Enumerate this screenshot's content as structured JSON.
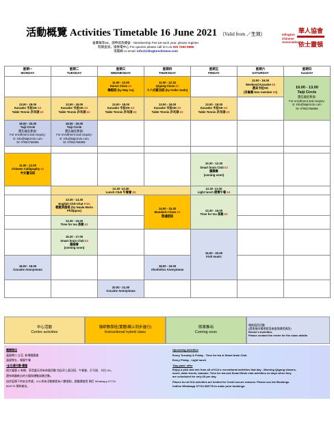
{
  "header": {
    "title": "活動概覽 Activities Timetable 16 June 2021",
    "valid": "（Valid from ／生效）",
    "line1": "會費每年£8，請申請及續會：Membership Fee £8 each year, please register.",
    "line2_a": "有關查詢，請致電中心 For queries please call ICA on ",
    "line2_phone": "020 7263 5986",
    "line3_a": "或電郵 or email: ",
    "line3_email": "info@islingtonchinese.com"
  },
  "logo": {
    "name": "Islington Chinese Association",
    "seal_chars": [
      "華",
      "人",
      "協",
      "會",
      "依",
      "士",
      "靈",
      "頓"
    ]
  },
  "days": [
    {
      "zh": "星期一",
      "en": "MONDAY"
    },
    {
      "zh": "星期二",
      "en": "TUESDAY"
    },
    {
      "zh": "星期三",
      "en": "WEDNESDAY"
    },
    {
      "zh": "星期四",
      "en": "THURSDAY"
    },
    {
      "zh": "星期五",
      "en": "FRIDAY"
    },
    {
      "zh": "星期六",
      "en": "SATURDAY"
    },
    {
      "zh": "星期日",
      "en": "SunDAY"
    }
  ],
  "cells": {
    "wed_dance": {
      "time": "11.00 - 12.00",
      "name": "Dance Class ",
      "price": "£1",
      "zh": "舞蹈班 (by May Au)"
    },
    "thu_qigong": {
      "time": "11.00 - 12.15",
      "name": "Qigong Class ",
      "price": "£1",
      "zh": "十八式氣功班 (by Keiko Sudo)"
    },
    "sat_karaoke": {
      "time": "13.00 - 16.00",
      "name": "Weekend Karaoke ",
      "price": "£5",
      "zh": "週末卡拉OK",
      "note": "(非會員 Non member ",
      "note_price": "£6",
      "note_end": ")"
    },
    "sun_taiji": {
      "time": "10.00 - 13.00",
      "name": "Taiji Circle",
      "l1": "需先報名參與:",
      "l2": "For enrollment and enquiry:",
      "l3": "E: info@taijicircle.com",
      "l4": "M: 07951766866"
    },
    "karaoke": [
      {
        "time": "13.00 - 18.00",
        "l1": "Karaoke 卡拉OK ",
        "p1": "£3",
        "l2": "Table Tennis 乒乓球 ",
        "p2": "£3"
      },
      {
        "time": "13.00 - 18.00",
        "l1": "Karaoke 卡拉OK ",
        "p1": "£3",
        "l2": "Table Tennis 乒乓球 ",
        "p2": "£3"
      },
      {
        "time": "13.00 - 18.00",
        "l1": "Karaoke 卡拉OK ",
        "p1": "£3",
        "l2": "Table Tennis 乒乓球 ",
        "p2": "£3"
      },
      {
        "time": "13.00 - 18.00",
        "l1": "Karaoke 卡拉OK ",
        "p1": "£3",
        "l2": "Table Tennis 乒乓球 ",
        "p2": "£3"
      },
      {
        "time": "13.00 - 18.00",
        "l1": "Karaoke 卡拉OK ",
        "p1": "£3",
        "l2": "Table Tennis 乒乓球 ",
        "p2": "£3"
      }
    ],
    "taiji_eve": [
      {
        "time": "18.00 - 20.00",
        "name": "Taiji Circle",
        "l1": "需先報名參與:",
        "l2": "For enrollment and enquiry:",
        "l3": "E: info@taijicircle.com",
        "l4": "M: 07951766866"
      },
      {
        "time": "18.00 - 20.00",
        "name": "Taiji Circle",
        "l1": "需先報名參與:",
        "l2": "For enrollment and enquiry:",
        "l3": "E: info@taijicircle.com",
        "l4": "M: 07951766866"
      }
    ],
    "mon_calligraphy": {
      "time": "11.00 - 12.00",
      "name": "Chinese Calligraphy ",
      "price": "£1",
      "zh": "中文書法班"
    },
    "fri_brain": {
      "time": "10.30 - 12.30",
      "name": "Smart brain Club ",
      "price": "£3",
      "zh": "腦腦會",
      "note": "(coming soon)"
    },
    "wed_lunch": {
      "time": "12.30 -13.30",
      "name": "Lunch Club 午餐會 ",
      "price": "£5"
    },
    "fri_lunch": {
      "time": "12.30 -13.30",
      "name": "Light lunch 開胃午餐 ",
      "price": "£4"
    },
    "tue_chitchat": {
      "time": "13.30 - 14.30",
      "name": "English Chit-Chat ",
      "free": "Free",
      "zh": "輕鬆英語班 (by Nuala Maria Philippou)"
    },
    "tue_tea": {
      "time": "13.30 - 15.00",
      "name": "Time for tea 茶聚 ",
      "price": "£2"
    },
    "thu_mandarin": {
      "time": "14.00 - 15.30",
      "name": "Mandarin Class ",
      "price": "£2",
      "zh": "普通話班"
    },
    "fri_tea": {
      "time": "13.30 - 15.00",
      "name": "Time for tea 茶聚 ",
      "price": "£2"
    },
    "tue_brain": {
      "time": "15.30 - 17.00",
      "name": "Smart brain Club ",
      "price": "£3",
      "zh": "腦腦會",
      "note": "(coming soon)"
    },
    "mon_cocaine": {
      "time": "18.00 - 19.00",
      "name": "Cocaine Anonymous"
    },
    "thu_alcoholics": {
      "time": "18.00 - 19.00",
      "name": "Alcoholics Anonymous"
    },
    "fri_irish": {
      "time": "16.00 - 20.00",
      "name": "Irish music"
    },
    "wed_cocaine": {
      "time": "20.00 - 21.00",
      "name": "Cocaine Anonymous"
    }
  },
  "legend": {
    "centre_zh": "中心活動",
    "centre_en": "Centre activities",
    "hybrid_zh": "導師教學班(實體/網上同步進行)",
    "hybrid_en": "Instructional hybrid class",
    "soon_zh": "即將推出",
    "soon_en": "Coming soon",
    "renter_zh": "場地租用活動",
    "renter_zh2": "(請直接向場地租用者查詢課程資訊)",
    "renter_en": "Renter's Activities",
    "renter_en2": "Please contact the renter for the class details"
  },
  "notes": {
    "left_title": "開開推出",
    "left_l1": "逢星期二,五至, 新增腦腦會",
    "left_l2": "逢星期五，餐飯午餐",
    "left_l3": "*全日通行證*優惠",
    "left_l4": "個大優惠 & 來總，享用當天所有休閒活動 包括早上氣功班、午餐會、乒乓球、卡拉 OK，",
    "left_l5": "還有興趣推出的大腦和運動試驗活動。",
    "left_l6": "由於疫情下的安全考慮，ICA 所有活動都設有人數限制，請最讀使用 預訂 Whatsapp 07724",
    "left_l7": "828778 預約報名。",
    "right_title": "Upcoming activities",
    "right_l1": "Every Tuesday & Friday - Time for tea & Smart brain Club",
    "right_l2": "Every Friday - Light lunch",
    "right_title2": "'Day pass' offer",
    "right_l3": "Enjoy a pick and mix from all of ICA's recreational activities that day - Morning Qigong classes,",
    "right_l4": "lunch, table tennis, karaoke, Time for tea and Smart Brain club activities on days when they",
    "right_l5": "are scheduled for only £8 per day.",
    "right_l6": "Places for all ICA activities are limited for Covid secure reasons. Please use the Bookings",
    "right_l7": "hotline Whatsapp 07724 828778 to make prior bookings."
  }
}
